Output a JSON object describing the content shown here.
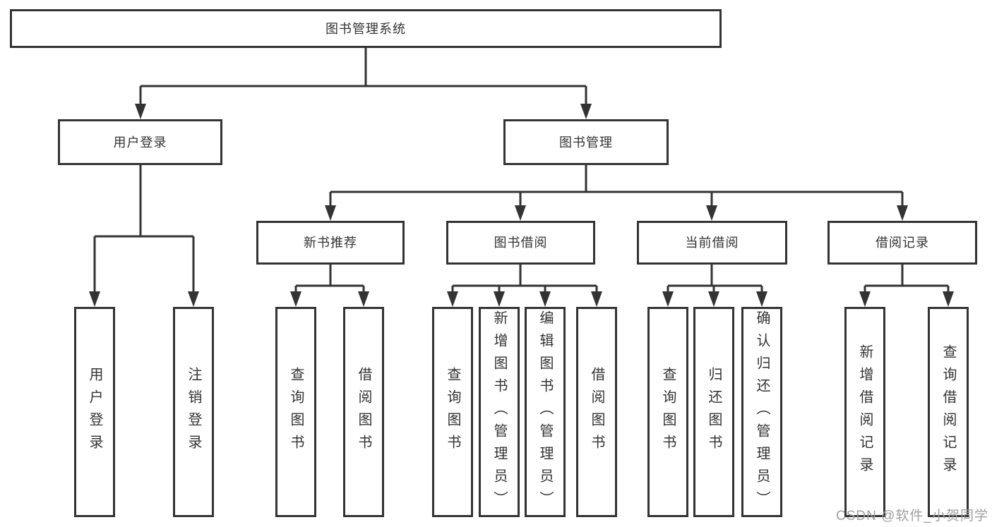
{
  "diagram": {
    "root": {
      "label": "图书管理系统"
    },
    "children": [
      {
        "label": "用户登录",
        "children": [
          {
            "label": "用户登录"
          },
          {
            "label": "注销登录"
          }
        ]
      },
      {
        "label": "图书管理",
        "children": [
          {
            "label": "新书推荐",
            "children": [
              {
                "label": "查询图书"
              },
              {
                "label": "借阅图书"
              }
            ]
          },
          {
            "label": "图书借阅",
            "children": [
              {
                "label": "查询图书"
              },
              {
                "label": "新增图书（管理员）"
              },
              {
                "label": "编辑图书（管理员）"
              },
              {
                "label": "借阅图书"
              }
            ]
          },
          {
            "label": "当前借阅",
            "children": [
              {
                "label": "查询图书"
              },
              {
                "label": "归还图书"
              },
              {
                "label": "确认归还（管理员）"
              }
            ]
          },
          {
            "label": "借阅记录",
            "children": [
              {
                "label": "新增借阅记录"
              },
              {
                "label": "查询借阅记录"
              }
            ]
          }
        ]
      }
    ]
  },
  "watermark": {
    "text": "CSDN @软件_小贺同学"
  },
  "colors": {
    "line": "#333333",
    "text": "#333333",
    "watermark": "#a0a0a0",
    "background": "#ffffff"
  }
}
